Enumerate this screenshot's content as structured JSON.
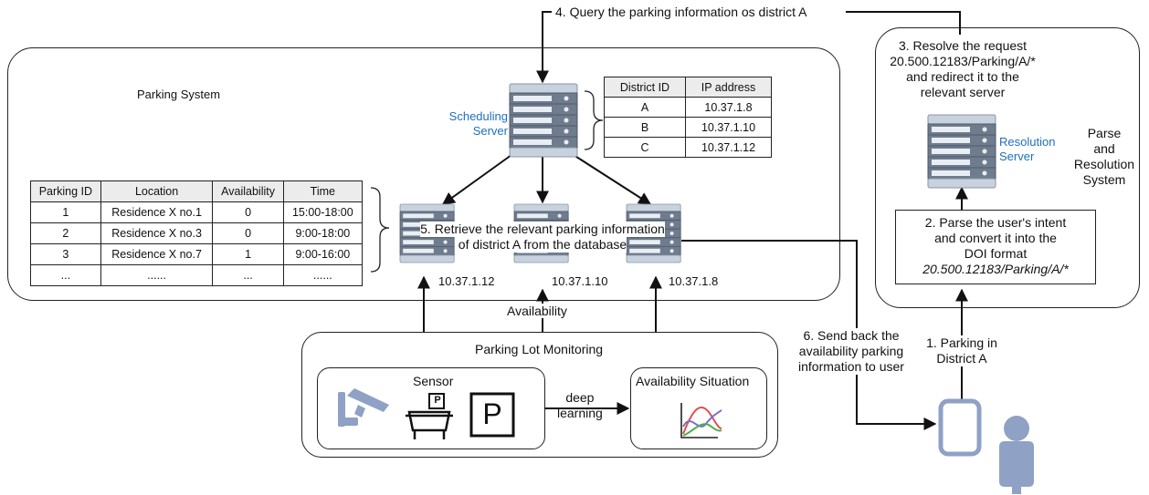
{
  "query_step": "4. Query the parking information os district A",
  "parking_system": {
    "title": "Parking System",
    "scheduling_server": [
      "Scheduling",
      "Server"
    ],
    "district_table": {
      "headers": [
        "District ID",
        "IP address"
      ],
      "rows": [
        [
          "A",
          "10.37.1.8"
        ],
        [
          "B",
          "10.37.1.10"
        ],
        [
          "C",
          "10.37.1.12"
        ]
      ]
    },
    "parking_table": {
      "headers": [
        "Parking ID",
        "Location",
        "Availability",
        "Time"
      ],
      "rows": [
        [
          "1",
          "Residence X no.1",
          "0",
          "15:00-18:00"
        ],
        [
          "2",
          "Residence X no.3",
          "0",
          "9:00-18:00"
        ],
        [
          "3",
          "Residence X no.7",
          "1",
          "9:00-16:00"
        ],
        [
          "...",
          "......",
          "...",
          "......"
        ]
      ]
    },
    "retrieve_step": [
      "5. Retrieve the relevant parking information",
      "of district A from the database"
    ],
    "server_ips": [
      "10.37.1.12",
      "10.37.1.10",
      "10.37.1.8"
    ]
  },
  "availability_label": "Availability",
  "monitoring": {
    "title": "Parking Lot Monitoring",
    "sensor_title": "Sensor",
    "parking_sign": "P",
    "deep_learning": [
      "deep",
      "learning"
    ],
    "availability_situation": "Availability Situation"
  },
  "resolution": {
    "resolve_step": [
      "3. Resolve the request",
      "20.500.12183/Parking/A/*",
      "and redirect it to the",
      "relevant server"
    ],
    "resolution_server": [
      "Resolution",
      "Server"
    ],
    "system_title": [
      "Parse",
      "and",
      "Resolution",
      "System"
    ],
    "parse_step": [
      "2. Parse the user's intent",
      "and convert it into the",
      "DOI format",
      "20.500.12183/Parking/A/*"
    ]
  },
  "send_back_step": [
    "6. Send back the",
    "availability parking",
    "information to user"
  ],
  "user_step": [
    "1. Parking in",
    "District A"
  ],
  "icons": [
    "server-icon",
    "cctv-camera-icon",
    "parking-meter-icon",
    "parking-sign-icon",
    "line-chart-icon",
    "smartphone-icon",
    "user-icon"
  ]
}
